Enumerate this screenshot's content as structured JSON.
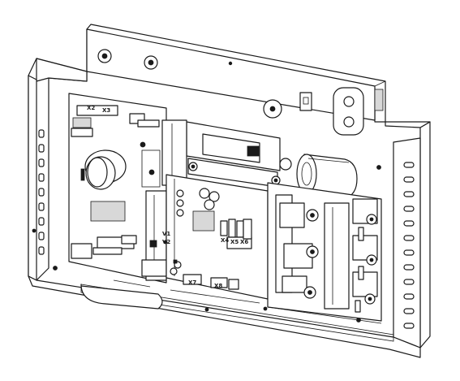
{
  "labels": {
    "x2": "X2",
    "x3": "X3",
    "v1": "V1",
    "v2": "V2",
    "x4": "X4",
    "x5": "X5",
    "x6": "X6",
    "x7": "X7",
    "x8": "X8"
  }
}
